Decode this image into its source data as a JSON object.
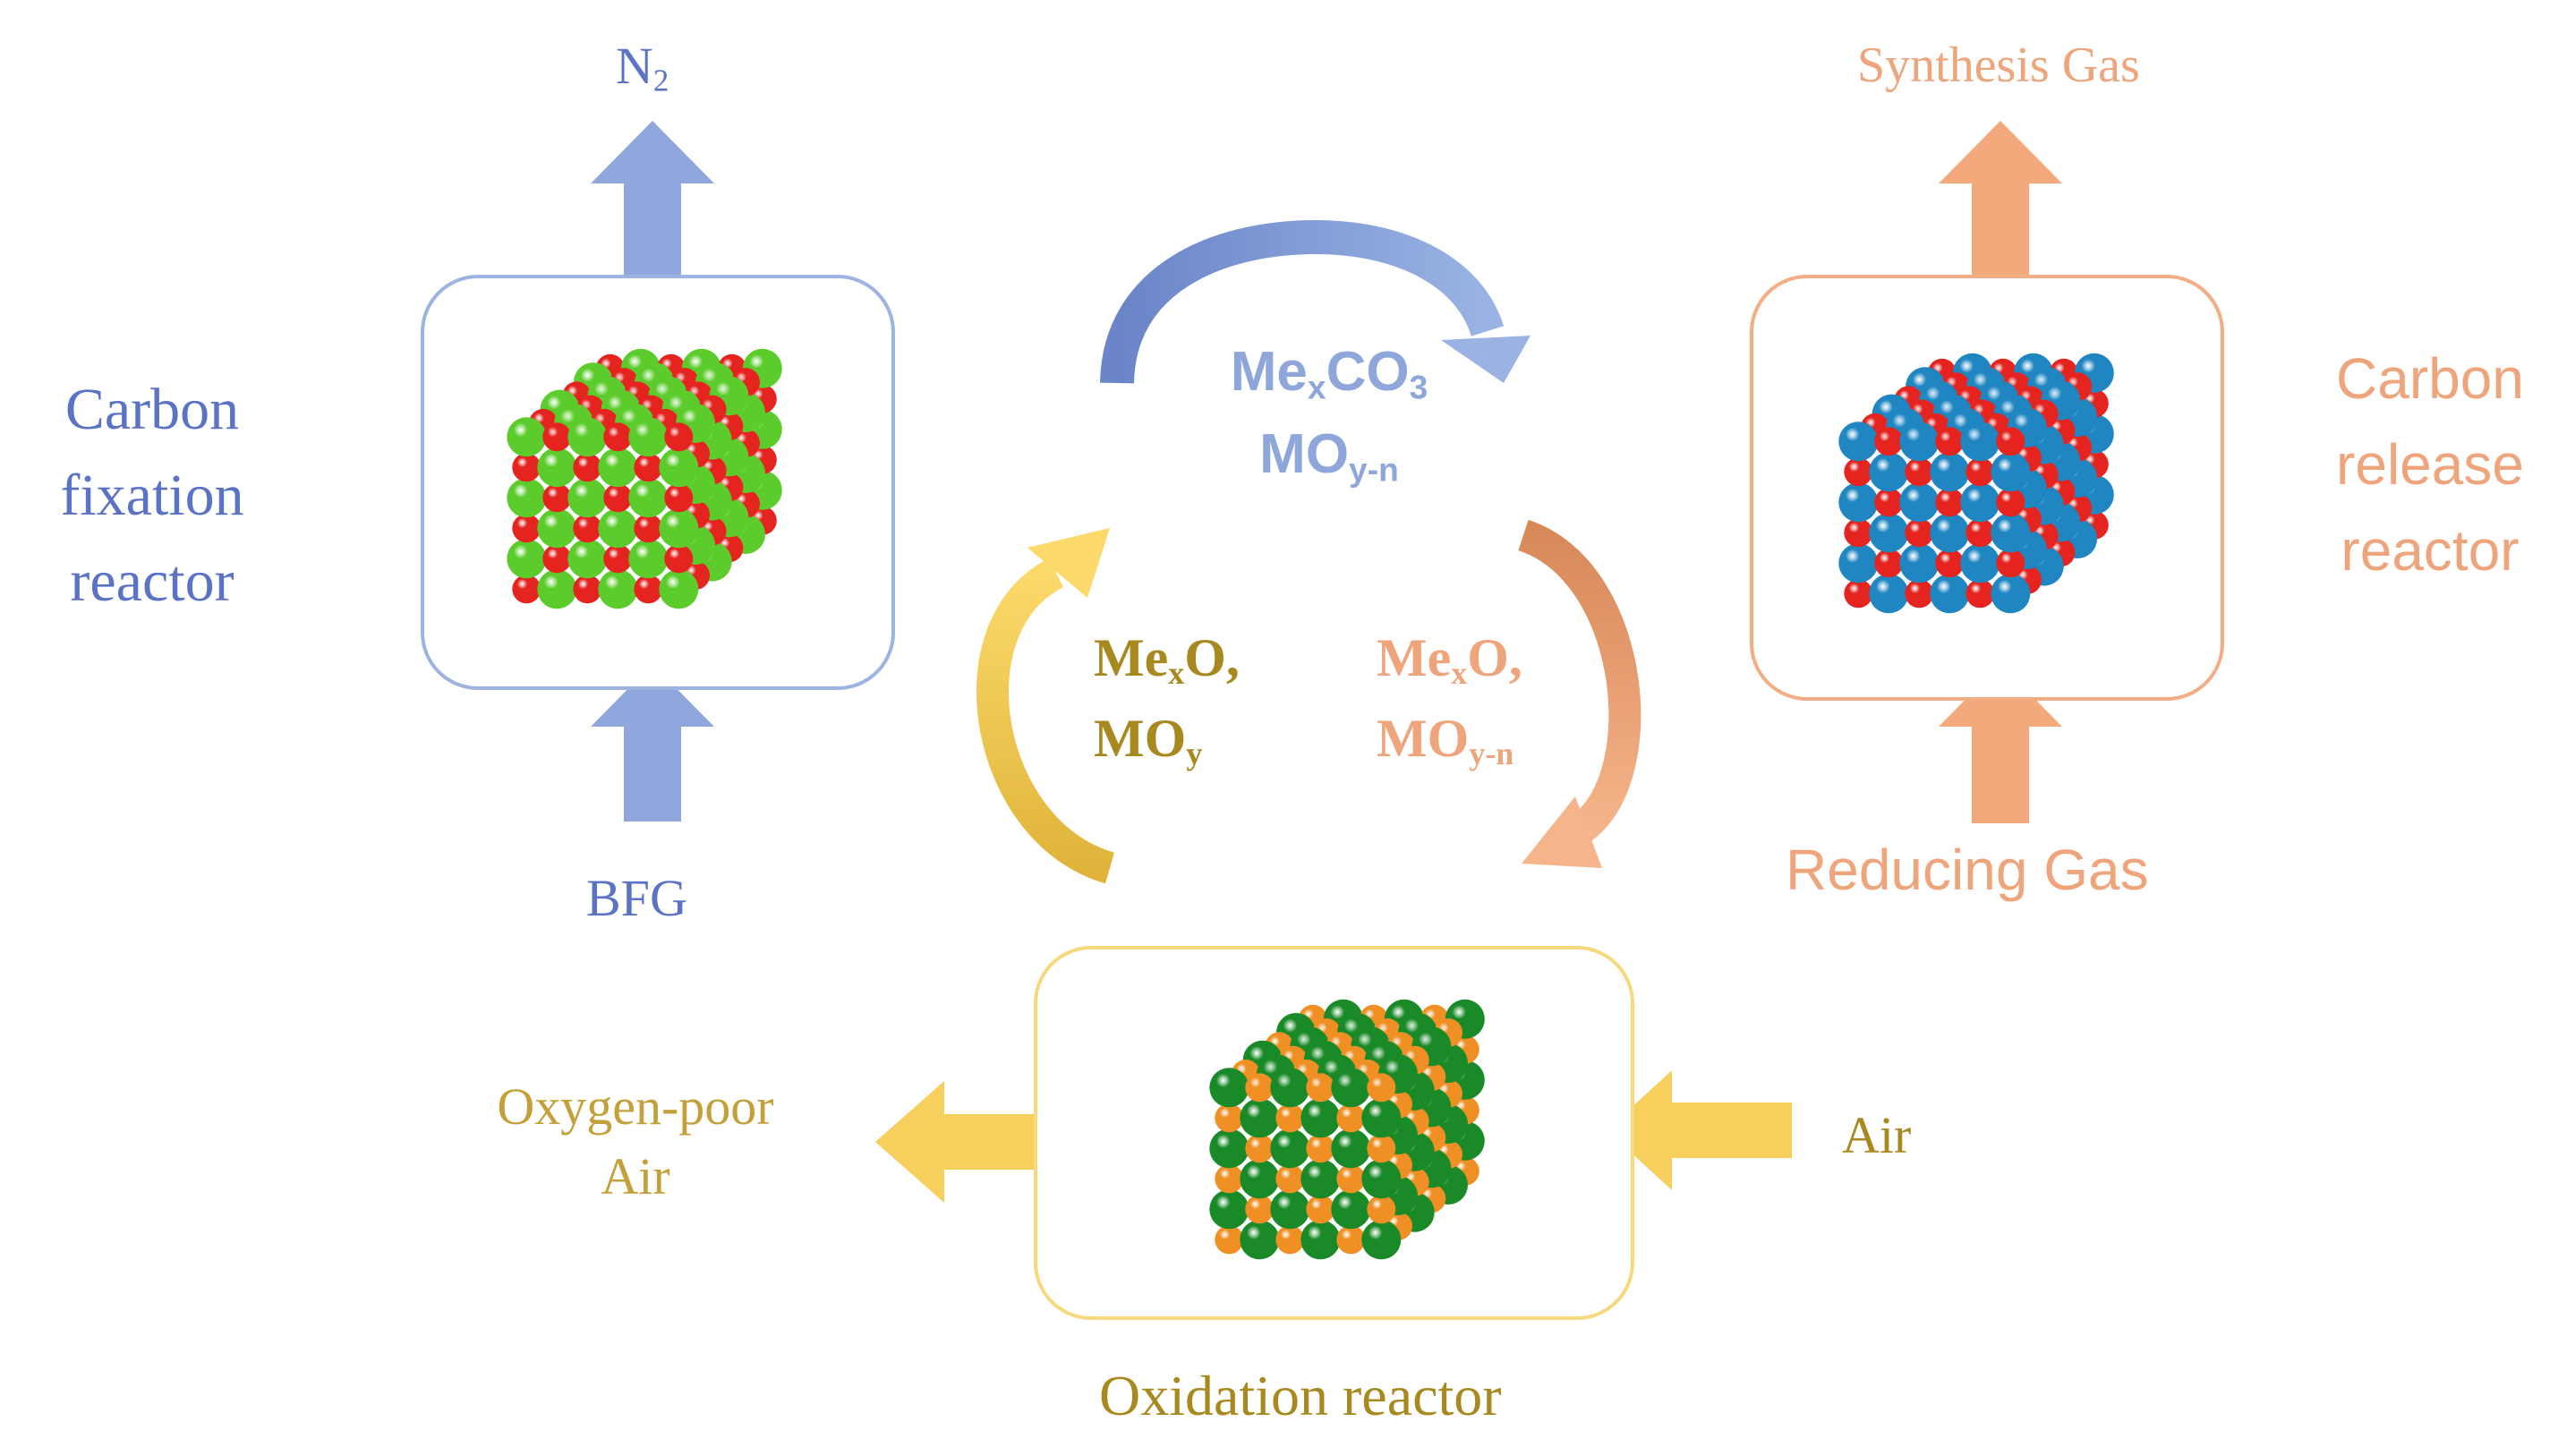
{
  "colors": {
    "fixation": "#8fa7dc",
    "release": "#f3a97c",
    "oxidation": "#f7cf5c",
    "atom_red": "#e52420",
    "atom_lime": "#5ccc2c",
    "atom_blue": "#1f86c2",
    "atom_green": "#1a8a28",
    "atom_orange": "#f08f23"
  },
  "reactors": {
    "fixation": {
      "title_lines": [
        "Carbon",
        "fixation",
        "reactor"
      ],
      "input": "BFG",
      "output": "N",
      "output_sub": "2"
    },
    "release": {
      "title_lines": [
        "Carbon",
        "release",
        "reactor"
      ],
      "input": "Reducing Gas",
      "output": "Synthesis Gas"
    },
    "oxidation": {
      "title": "Oxidation reactor",
      "input": "Air",
      "output_lines": [
        "Oxygen-poor",
        "Air"
      ]
    }
  },
  "cycle": {
    "top": {
      "line1": {
        "base": "Me",
        "sub1": "x",
        "mid": "CO",
        "sub2": "3"
      },
      "line2": {
        "base": "MO",
        "sub": "y-n"
      }
    },
    "left": {
      "line1": {
        "base": "Me",
        "sub": "x",
        "tail": "O,"
      },
      "line2": {
        "base": "MO",
        "sub": "y"
      }
    },
    "right": {
      "line1": {
        "base": "Me",
        "sub": "x",
        "tail": "O,"
      },
      "line2": {
        "base": "MO",
        "sub": "y-n"
      }
    }
  },
  "icons": {
    "fixation_cube": "lattice-cube-icon",
    "release_cube": "lattice-cube-icon",
    "oxidation_cube": "lattice-cube-icon"
  }
}
